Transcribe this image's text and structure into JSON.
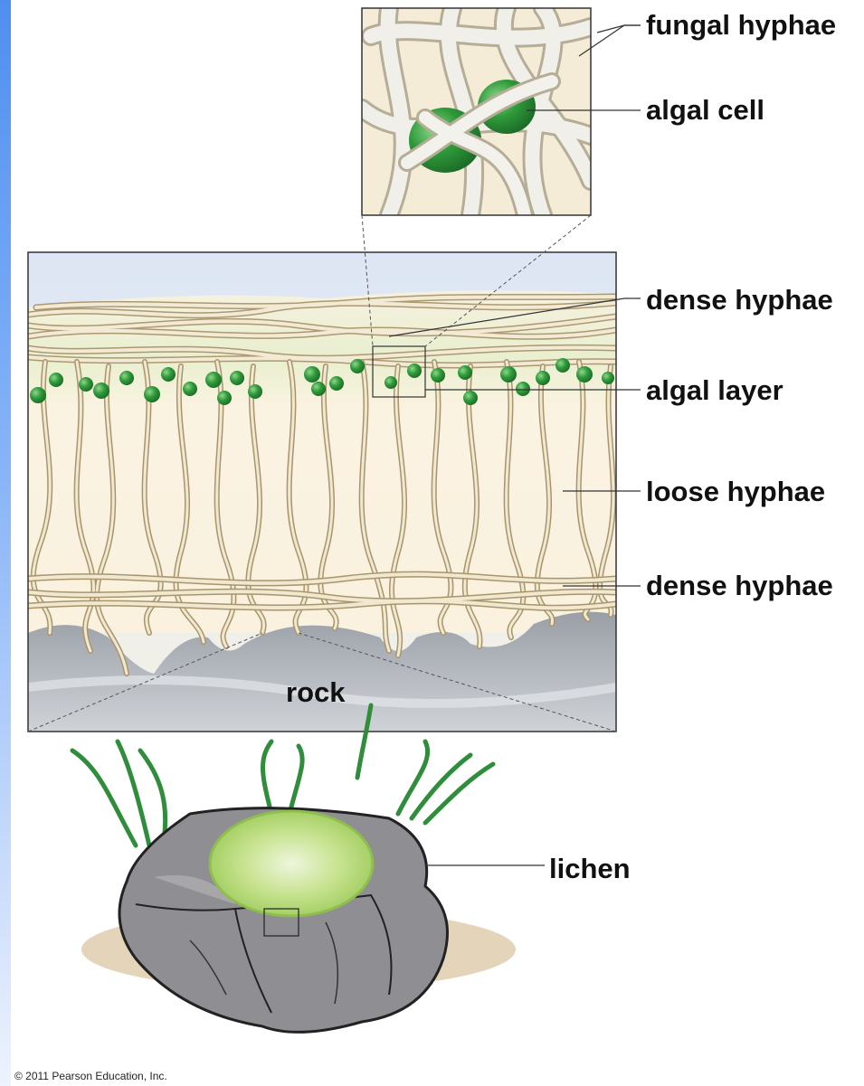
{
  "labels": {
    "fungal_hyphae": "fungal hyphae",
    "algal_cell": "algal cell",
    "dense_hyphae_top": "dense hyphae",
    "algal_layer": "algal layer",
    "loose_hyphae": "loose hyphae",
    "dense_hyphae_bottom": "dense hyphae",
    "rock": "rock",
    "lichen": "lichen"
  },
  "copyright": "© 2011 Pearson Education, Inc.",
  "colors": {
    "hypha": "#efe7d2",
    "hypha_outline": "#b4a17a",
    "alga": "#2e8f3a",
    "sky": "#dfe7f4",
    "rock": "#a9adb2",
    "lichen_patch": "#a9cf68"
  }
}
